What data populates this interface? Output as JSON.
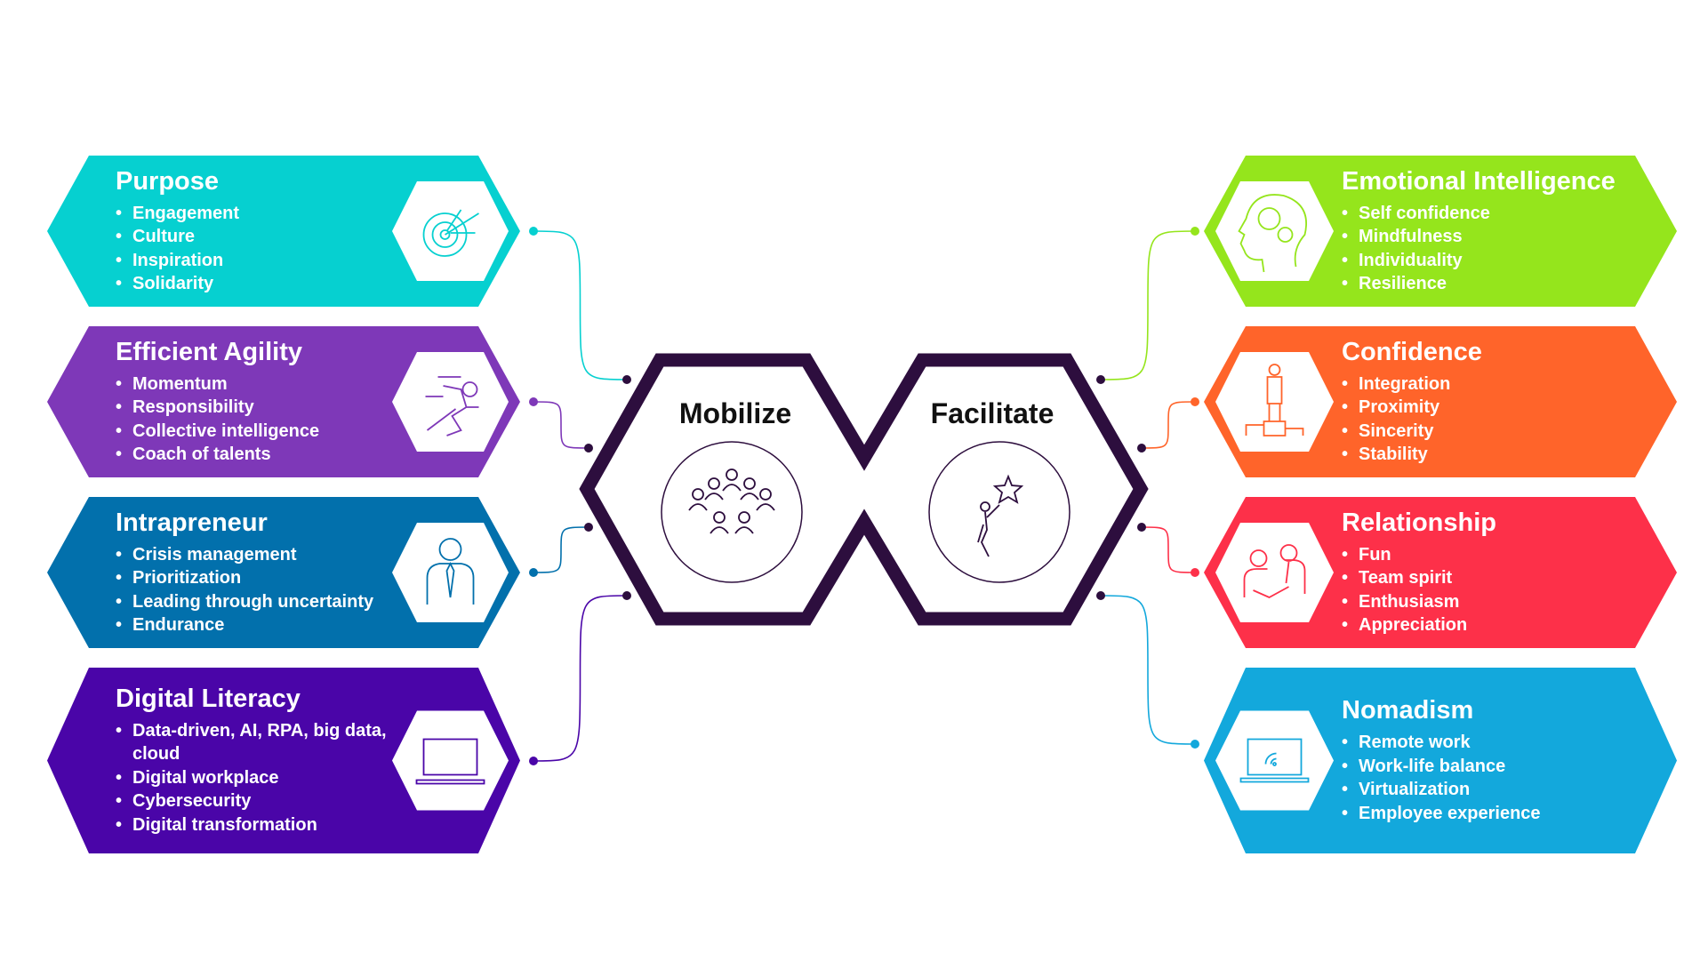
{
  "center": {
    "left_label": "Mobilize",
    "right_label": "Facilitate",
    "color": "#2d0e3e"
  },
  "panels_left": [
    {
      "title": "Purpose",
      "color": "#06d0d0",
      "icon": "target-icon",
      "items": [
        "Engagement",
        "Culture",
        "Inspiration",
        "Solidarity"
      ]
    },
    {
      "title": "Efficient Agility",
      "color": "#7e38b8",
      "icon": "running-person-icon",
      "items": [
        "Momentum",
        "Responsibility",
        "Collective intelligence",
        "Coach of talents"
      ]
    },
    {
      "title": "Intrapreneur",
      "color": "#0270ac",
      "icon": "businessman-icon",
      "items": [
        "Crisis management",
        "Prioritization",
        "Leading through uncertainty",
        "Endurance"
      ]
    },
    {
      "title": "Digital Literacy",
      "color": "#4a05a8",
      "icon": "laptop-icon",
      "items": [
        "Data-driven, AI, RPA, big data, cloud",
        "Digital workplace",
        "Cybersecurity",
        "Digital transformation"
      ]
    }
  ],
  "panels_right": [
    {
      "title": "Emotional Intelligence",
      "color": "#95e51c",
      "icon": "head-gears-icon",
      "items": [
        "Self confidence",
        "Mindfulness",
        "Individuality",
        "Resilience"
      ]
    },
    {
      "title": "Confidence",
      "color": "#ff642a",
      "icon": "person-podium-icon",
      "items": [
        "Integration",
        "Proximity",
        "Sincerity",
        "Stability"
      ]
    },
    {
      "title": "Relationship",
      "color": "#fd3049",
      "icon": "handshake-icon",
      "items": [
        "Fun",
        "Team spirit",
        "Enthusiasm",
        "Appreciation"
      ]
    },
    {
      "title": "Nomadism",
      "color": "#13a8dc",
      "icon": "laptop-wifi-icon",
      "items": [
        "Remote work",
        "Work-life balance",
        "Virtualization",
        "Employee experience"
      ]
    }
  ]
}
